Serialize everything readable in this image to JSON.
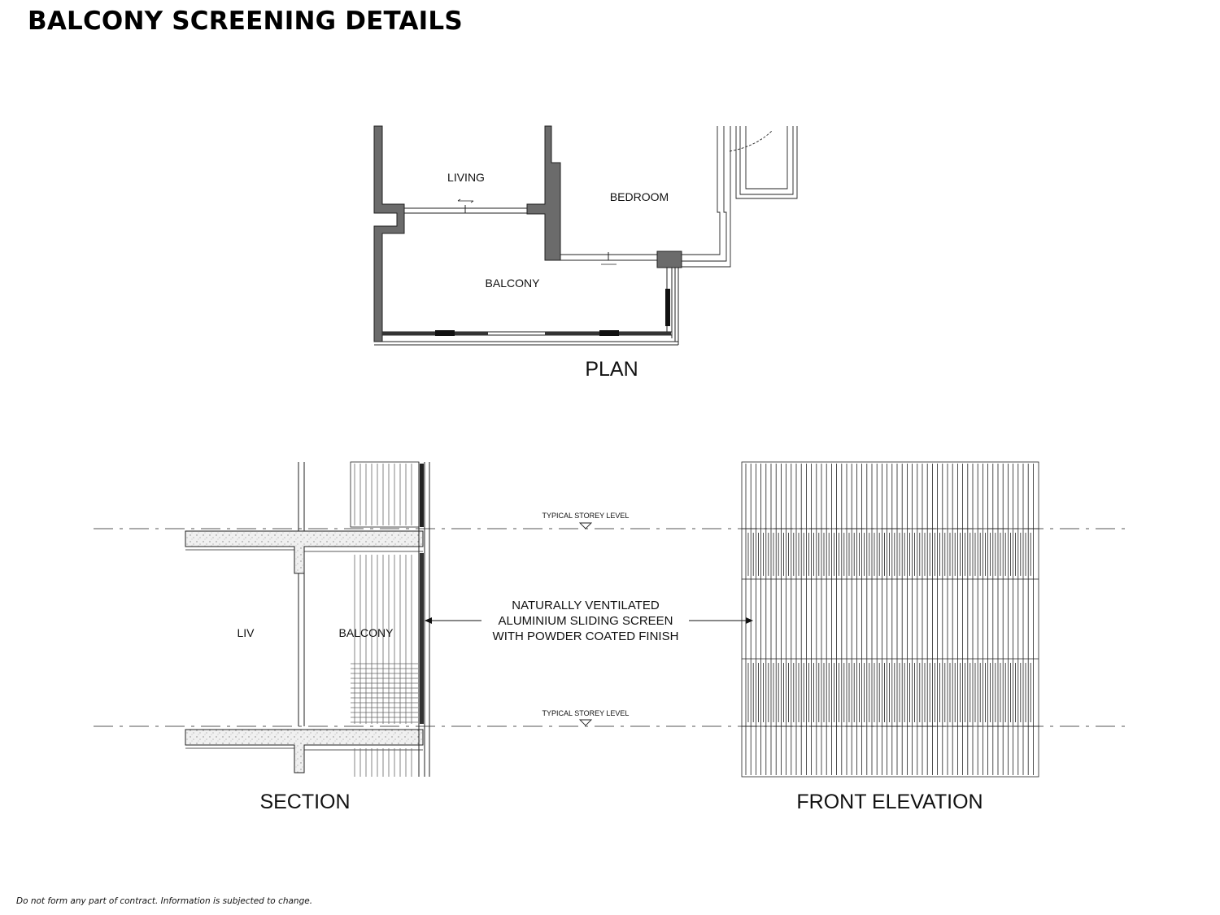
{
  "title": "BALCONY SCREENING DETAILS",
  "disclaimer": "Do not form any part of contract. Information is subjected to change.",
  "plan": {
    "caption": "PLAN",
    "rooms": {
      "living": "LIVING",
      "bedroom": "BEDROOM",
      "balcony": "BALCONY"
    }
  },
  "section": {
    "caption": "SECTION",
    "rooms": {
      "liv": "LIV",
      "balcony": "BALCONY"
    }
  },
  "elevation": {
    "caption": "FRONT ELEVATION"
  },
  "level_label": "TYPICAL STOREY LEVEL",
  "callout": {
    "line1": "NATURALLY VENTILATED",
    "line2": "ALUMINIUM SLIDING SCREEN",
    "line3": "WITH POWDER COATED FINISH"
  }
}
